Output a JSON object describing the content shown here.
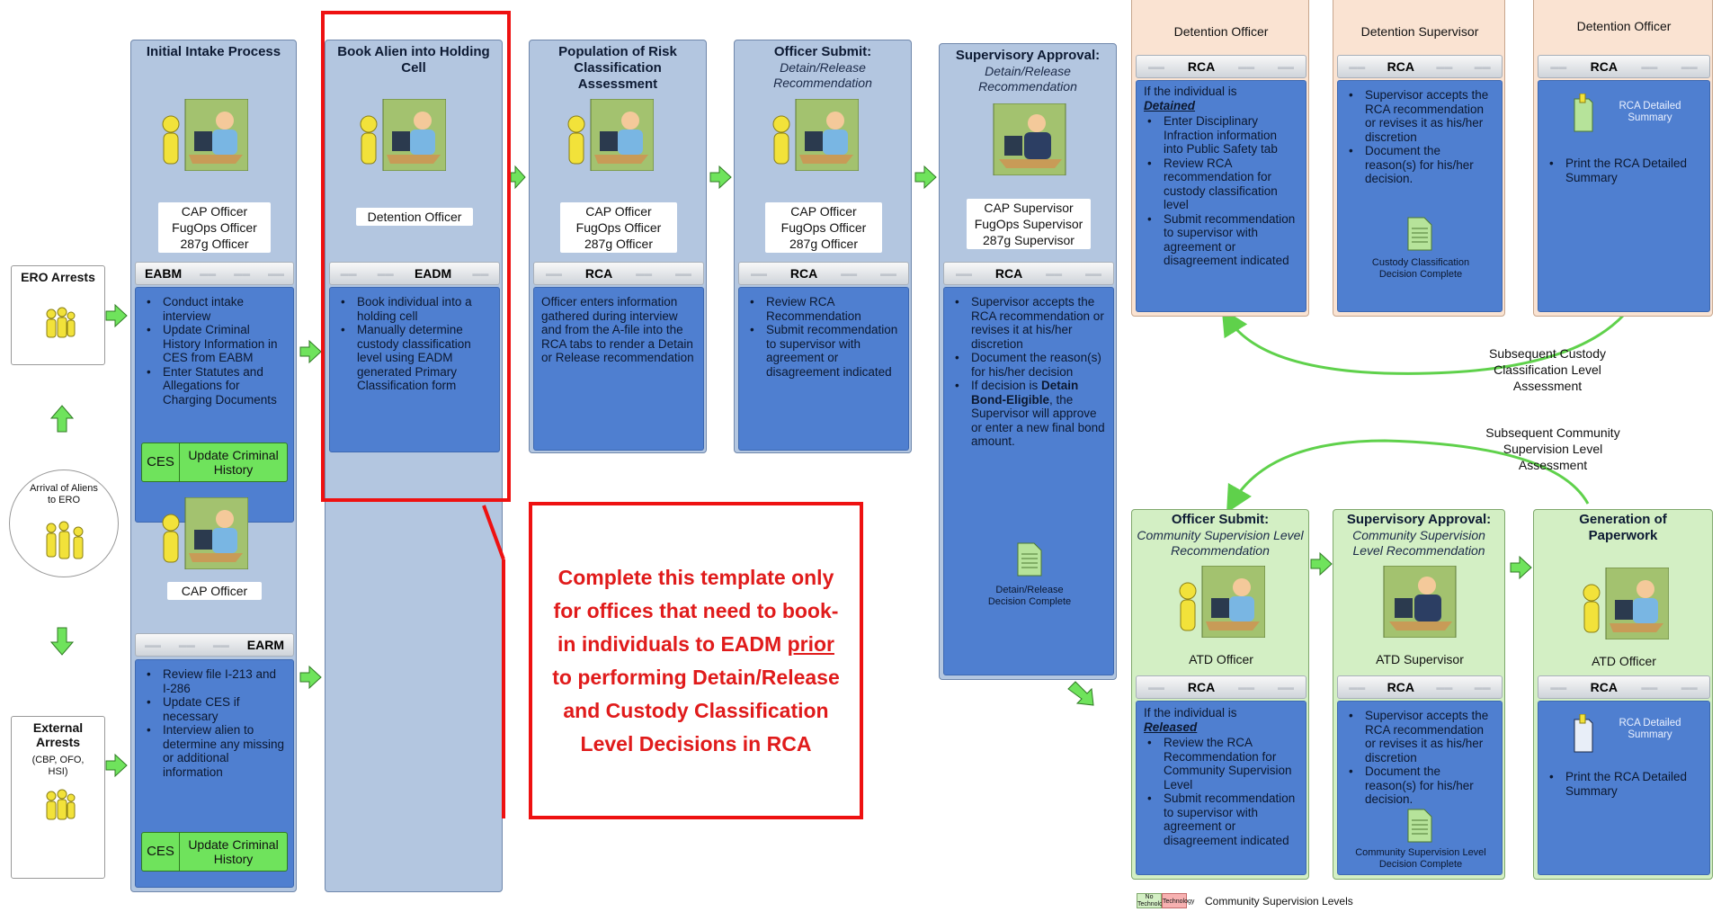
{
  "colors": {
    "column_blue": "#b3c6e0",
    "column_green": "#d3efc4",
    "column_peach": "#fae3d2",
    "detail_blue": "#4f7fd0",
    "flow_arrow_green": "#6fe35c",
    "highlight_red": "#ee1111"
  },
  "entry": {
    "ero_arrests": "ERO Arrests",
    "arrival": "Arrival of Aliens to ERO",
    "external_arrests_title": "External Arrests",
    "external_arrests_sub": "(CBP, OFO, HSI)"
  },
  "columns": {
    "initial_intake": {
      "title": "Initial Intake Process",
      "role_lines": [
        "CAP Officer",
        "FugOps Officer",
        "287g Officer"
      ],
      "tab_active": "EABM",
      "bullets": [
        "Conduct intake interview",
        "Update Criminal History Information in CES from EABM",
        "Enter Statutes and Allegations for Charging Documents"
      ],
      "button_system": "CES",
      "button_label": "Update Criminal History",
      "role2": "CAP Officer",
      "tab2_active": "EARM",
      "bullets2": [
        "Review file I-213 and I-286",
        "Update CES if necessary",
        "Interview alien to determine any missing or additional information"
      ],
      "button2_system": "CES",
      "button2_label": "Update Criminal History"
    },
    "book_alien": {
      "title": "Book Alien into Holding Cell",
      "role": "Detention Officer",
      "tab_active": "EADM",
      "bullets": [
        "Book individual into a holding cell",
        "Manually determine custody classification level using EADM generated Primary Classification form"
      ]
    },
    "population_risk": {
      "title": "Population of Risk Classification Assessment",
      "role_lines": [
        "CAP Officer",
        "FugOps Officer",
        "287g Officer"
      ],
      "tab_active": "RCA",
      "text": "Officer enters information gathered during interview and from the A-file into the RCA tabs to render a Detain or Release recommendation"
    },
    "officer_submit": {
      "title": "Officer Submit:",
      "subtitle": "Detain/Release Recommendation",
      "role_lines": [
        "CAP Officer",
        "FugOps Officer",
        "287g Officer"
      ],
      "tab_active": "RCA",
      "bullets": [
        "Review RCA Recommendation",
        "Submit recommendation to supervisor with agreement or disagreement indicated"
      ]
    },
    "supervisory_approval": {
      "title": "Supervisory Approval:",
      "subtitle": "Detain/Release Recommendation",
      "role_lines": [
        "CAP Supervisor",
        "FugOps Supervisor",
        "287g Supervisor"
      ],
      "tab_active": "RCA",
      "bullet1": "Supervisor accepts the RCA recommendation or revises it at his/her discretion",
      "bullet2": "Document the reason(s) for his/her decision",
      "bullet3_pre": "If decision is ",
      "bullet3_bold": "Detain Bond-Eligible",
      "bullet3_post": ", the Supervisor will approve or enter a new final bond amount.",
      "doc_label": "Detain/Release Decision Complete"
    },
    "custody_officer": {
      "role": "Detention Officer",
      "tab_active": "RCA",
      "intro": "If the individual is",
      "intro_em": "Detained",
      "bullets": [
        "Enter Disciplinary Infraction information into Public Safety tab",
        "Review RCA recommendation for custody classification level",
        "Submit recommendation to supervisor with agreement or disagreement indicated"
      ]
    },
    "custody_supervisor": {
      "role": "Detention Supervisor",
      "tab_active": "RCA",
      "bullets": [
        "Supervisor accepts the RCA recommendation or revises it as his/her discretion",
        "Document the reason(s) for his/her decision."
      ],
      "doc_label": "Custody Classification Decision Complete"
    },
    "custody_print": {
      "role": "Detention Officer",
      "tab_active": "RCA",
      "summary_label": "RCA Detailed Summary",
      "bullets": [
        "Print the RCA Detailed Summary"
      ]
    },
    "community_officer": {
      "title": "Officer Submit:",
      "subtitle": "Community Supervision Level Recommendation",
      "role": "ATD Officer",
      "tab_active": "RCA",
      "intro": "If the individual is",
      "intro_em": "Released",
      "bullets": [
        "Review the RCA Recommendation for Community Supervision Level",
        "Submit recommendation to supervisor with agreement or disagreement indicated"
      ]
    },
    "community_supervisor": {
      "title": "Supervisory Approval:",
      "subtitle": "Community Supervision Level Recommendation",
      "role": "ATD Supervisor",
      "tab_active": "RCA",
      "bullets": [
        "Supervisor accepts the RCA recommendation or revises it as his/her discretion",
        "Document the reason(s) for his/her decision."
      ],
      "doc_label": "Community Supervision Level Decision Complete"
    },
    "generation_paperwork": {
      "title": "Generation of Paperwork",
      "role": "ATD Officer",
      "tab_active": "RCA",
      "summary_label": "RCA Detailed Summary",
      "bullets": [
        "Print the RCA Detailed Summary"
      ]
    }
  },
  "flow_labels": {
    "custody_loop": "Subsequent Custody Classification Level Assessment",
    "community_loop": "Subsequent Community Supervision Level Assessment"
  },
  "callout": {
    "line1": "Complete this template only for offices that need to book-in individuals to EADM ",
    "underline": "prior",
    "line2": " to performing Detain/Release and Custody Classification Level Decisions in RCA"
  },
  "legend": {
    "no_tech": "No Technology",
    "tech": "Technology",
    "label": "Community Supervision Levels"
  }
}
